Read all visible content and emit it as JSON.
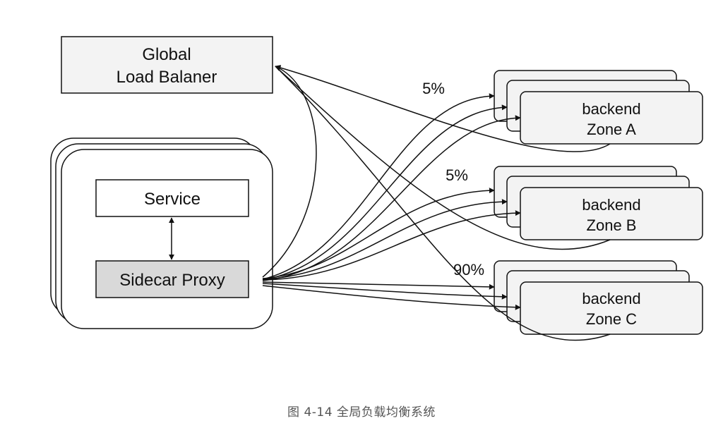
{
  "global_lb": {
    "line1": "Global",
    "line2": "Load Balaner"
  },
  "service_label": "Service",
  "sidecar_label": "Sidecar Proxy",
  "zones": [
    {
      "line1": "backend",
      "line2": "Zone A",
      "percent": "5%"
    },
    {
      "line1": "backend",
      "line2": "Zone B",
      "percent": "5%"
    },
    {
      "line1": "backend",
      "line2": "Zone C",
      "percent": "90%"
    }
  ],
  "caption": "图 4-14 全局负载均衡系统",
  "colors": {
    "box_fill": "#f3f3f3",
    "proxy_fill": "#d9d9d9",
    "stroke": "#111111",
    "caption": "#555555"
  }
}
